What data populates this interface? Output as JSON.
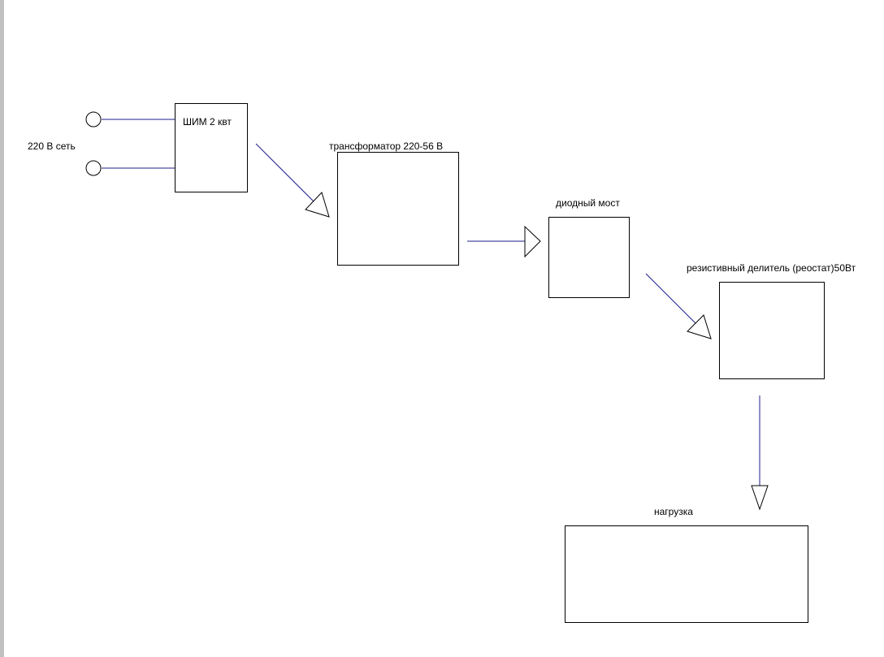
{
  "diagram": {
    "source": {
      "label": "220 В сеть"
    },
    "blocks": {
      "pwm": {
        "label": "ШИМ 2 квт"
      },
      "transformer": {
        "label": "трансформатор 220-56 В"
      },
      "diode_bridge": {
        "label": "диодный мост"
      },
      "divider": {
        "label": "резистивный делитель (реостат)50Вт"
      },
      "load": {
        "label": "нагрузка"
      }
    },
    "colors": {
      "wire": "#1c1c8c",
      "outline": "#000000",
      "background": "#ffffff"
    }
  }
}
